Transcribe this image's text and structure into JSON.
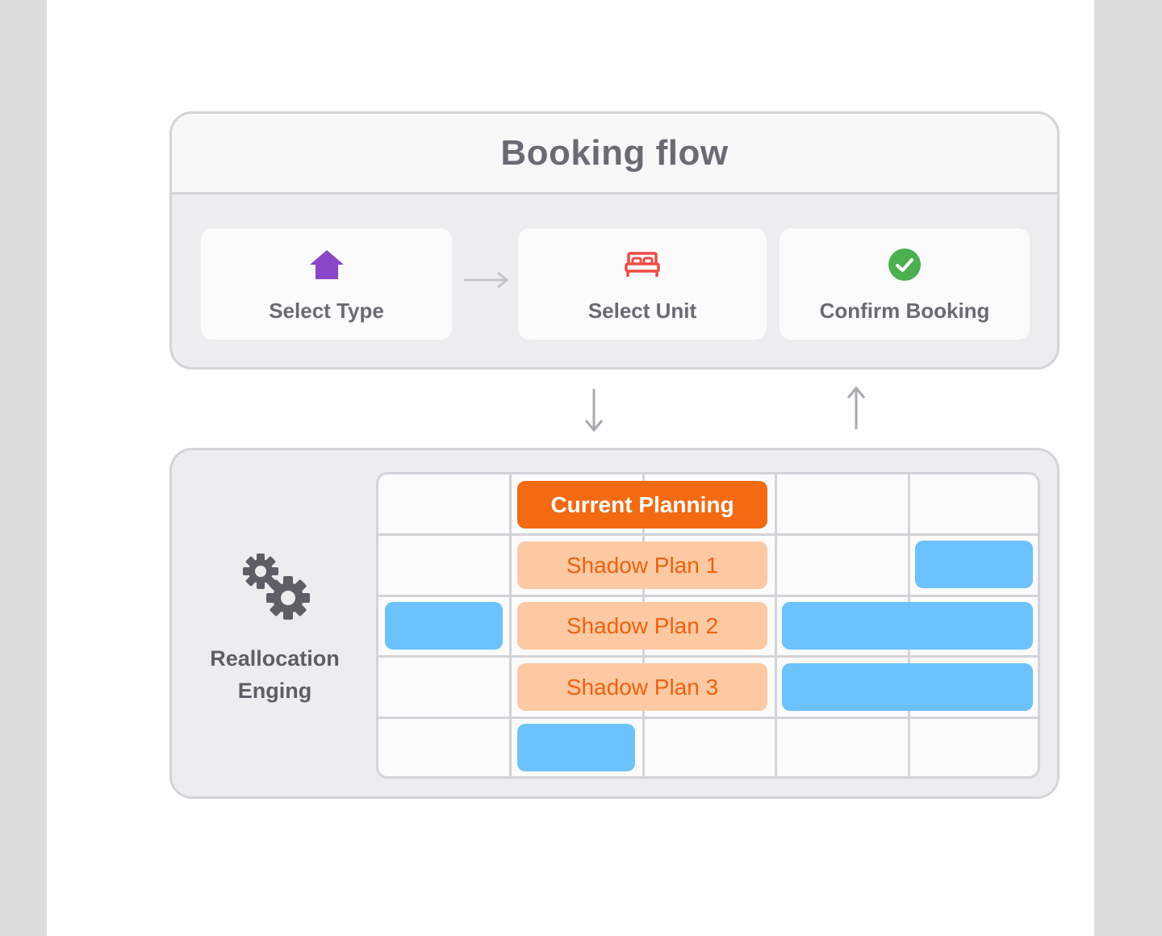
{
  "diagram": {
    "title": "Booking flow",
    "steps": [
      {
        "label": "Select Type",
        "icon": "house-icon",
        "icon_color": "#8a45c9"
      },
      {
        "label": "Select Unit",
        "icon": "bed-icon",
        "icon_color": "#ee4b45"
      },
      {
        "label": "Confirm Booking",
        "icon": "check-circle-icon",
        "icon_color": "#4caf50"
      }
    ],
    "engine": {
      "label_line1": "Reallocation",
      "label_line2": "Enging",
      "icon": "gears-icon"
    },
    "plans": {
      "current": "Current Planning",
      "shadow": [
        "Shadow Plan 1",
        "Shadow Plan 2",
        "Shadow Plan 3"
      ]
    },
    "colors": {
      "current_plan": "#f36a12",
      "shadow_plan": "#fdc9a3",
      "shadow_text": "#f0610c",
      "allocated_block": "#6cc2fb",
      "panel_border": "#d3d3d8"
    }
  }
}
